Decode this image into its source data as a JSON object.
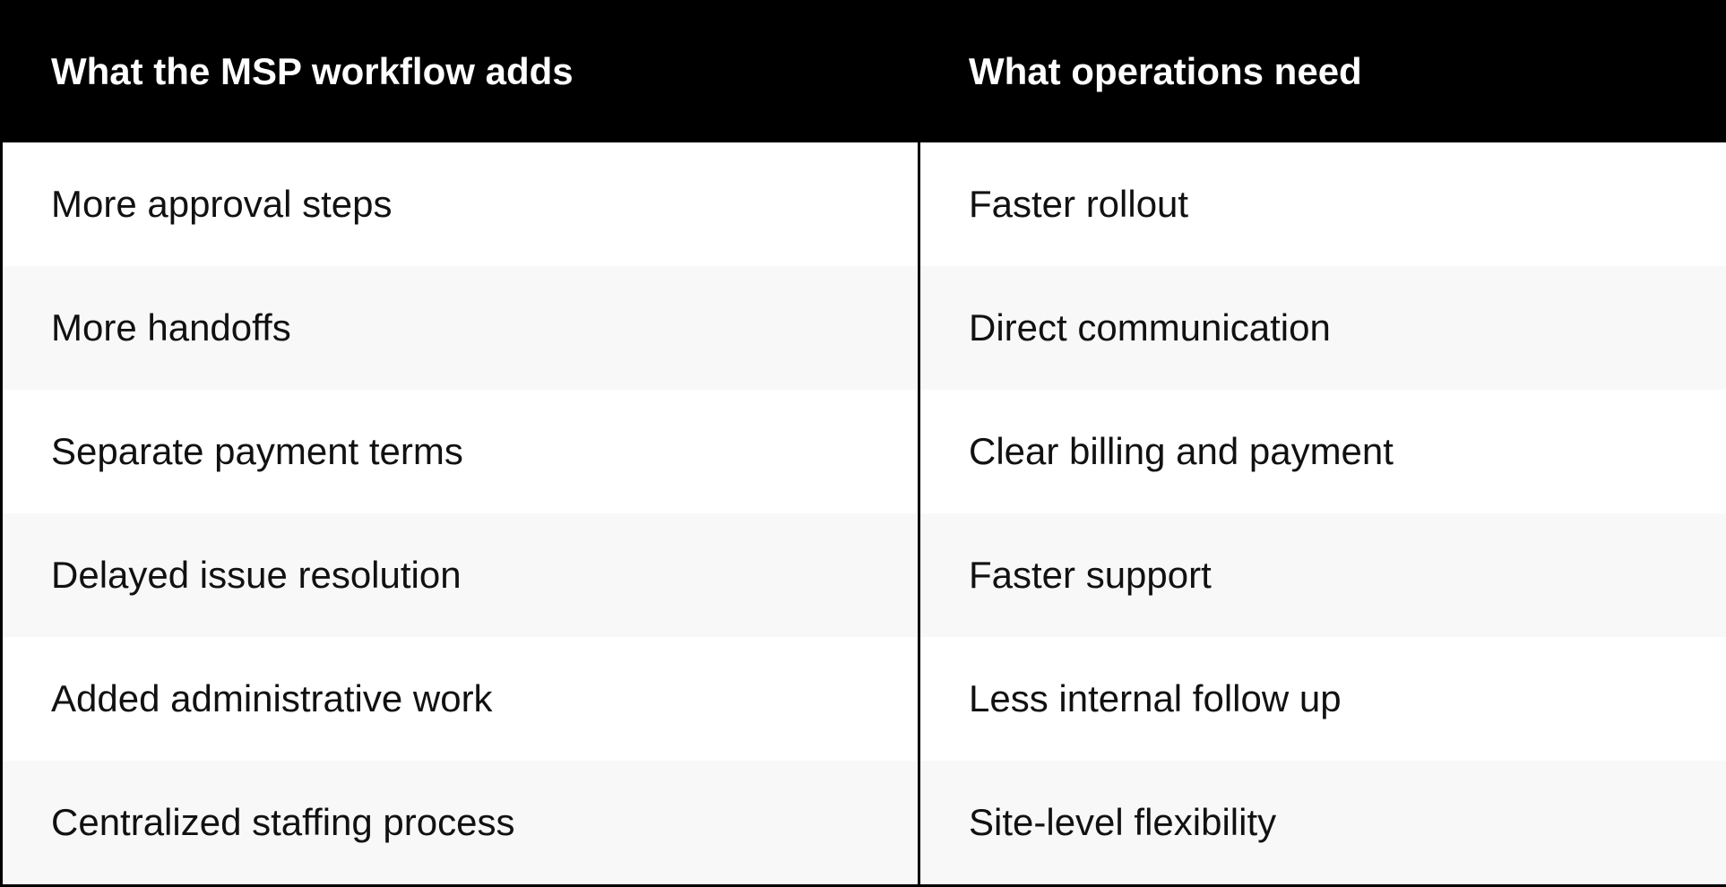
{
  "table": {
    "headers": [
      "What the MSP workflow adds",
      "What operations need"
    ],
    "rows": [
      [
        "More approval steps",
        "Faster rollout"
      ],
      [
        "More handoffs",
        "Direct communication"
      ],
      [
        "Separate payment terms",
        "Clear billing and payment"
      ],
      [
        "Delayed issue resolution",
        "Faster support"
      ],
      [
        "Added administrative work",
        "Less internal follow up"
      ],
      [
        "Centralized staffing process",
        "Site-level flexibility"
      ]
    ]
  },
  "colors": {
    "header_bg": "#000000",
    "header_text": "#ffffff",
    "row_alt_bg": "#f8f8f8",
    "text": "#111111"
  }
}
